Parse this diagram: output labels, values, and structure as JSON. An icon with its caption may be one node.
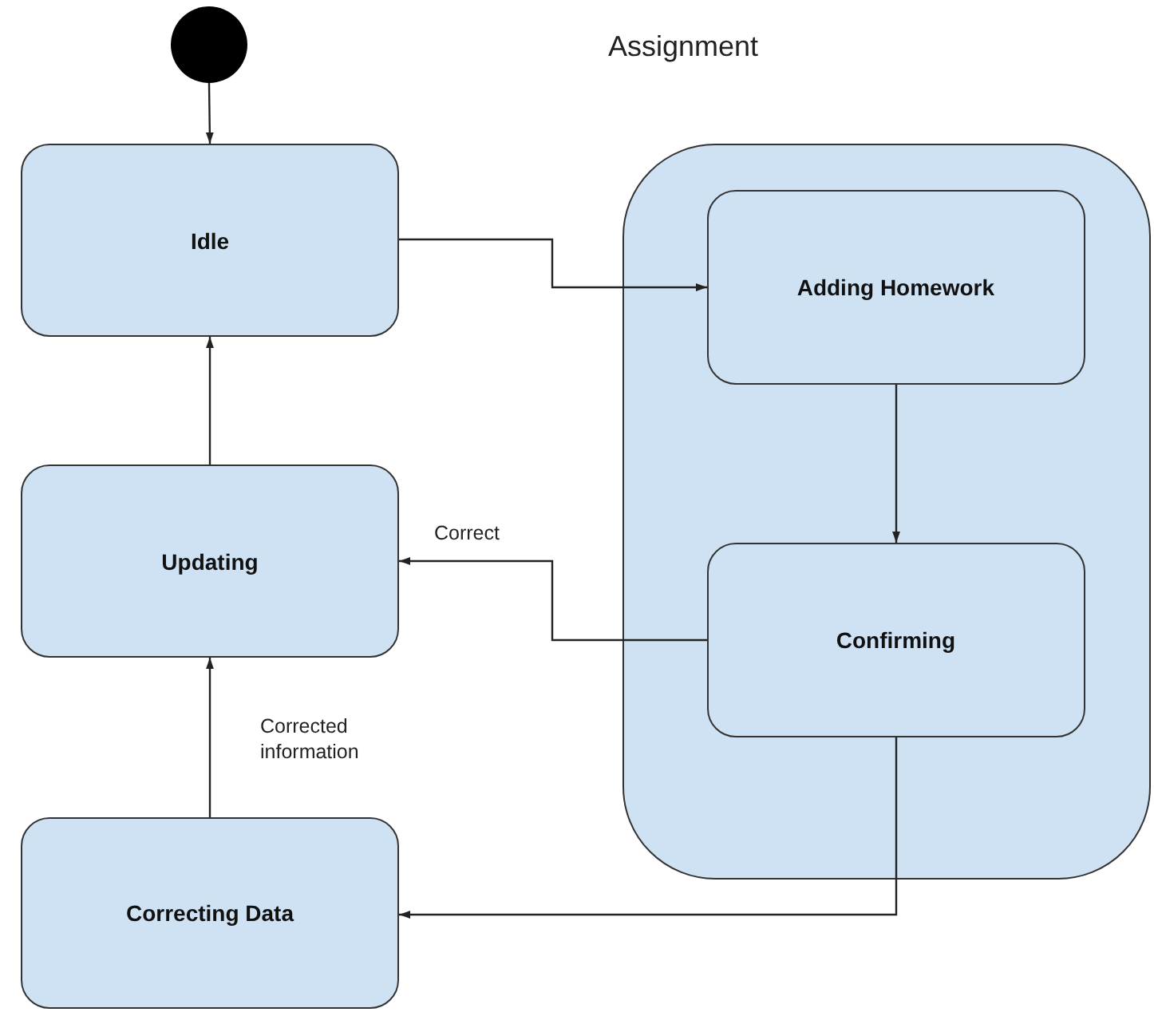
{
  "diagram": {
    "nodes": [
      {
        "text": [],
        "shape": "circle"
      },
      {
        "text": [
          "Idle"
        ]
      },
      {
        "text": [
          "Assignment"
        ]
      },
      {
        "text": [
          "Adding Homework"
        ],
        "in": 2
      },
      {
        "text": [
          "Confirming"
        ],
        "in": 2
      },
      {
        "text": [
          "Updating"
        ]
      },
      {
        "text": [
          "Correcting Data"
        ]
      }
    ],
    "edges": [
      {
        "from": 0,
        "to": 1,
        "arrow": "to"
      },
      {
        "from": 1,
        "to": 3,
        "arrow": "to"
      },
      {
        "from": 3,
        "to": 4,
        "arrow": "to"
      },
      {
        "from": 4,
        "to": 5,
        "arrow": "to",
        "label": "Correct"
      },
      {
        "from": 4,
        "to": 6,
        "arrow": "to"
      },
      {
        "from": 6,
        "to": 5,
        "arrow": "to",
        "label": "Corrected information"
      },
      {
        "from": 5,
        "to": 1,
        "arrow": "to"
      }
    ]
  }
}
